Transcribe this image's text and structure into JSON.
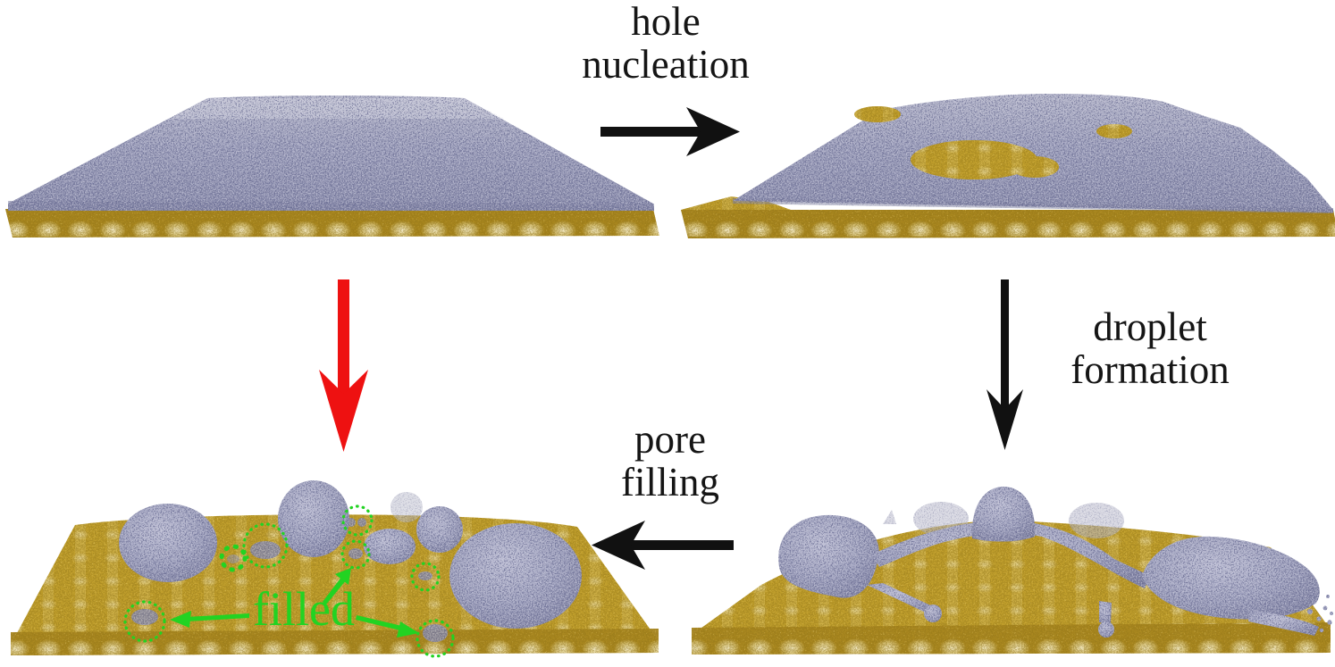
{
  "figure_labels": {
    "step1": {
      "line1": "hole",
      "line2": "nucleation"
    },
    "step2": {
      "line1": "droplet",
      "line2": "formation"
    },
    "step3": {
      "line1": "pore",
      "line2": "filling"
    },
    "filled": "filled"
  },
  "colors": {
    "film_blue": "#9799b8",
    "film_blue_dark_speck": "#62648c",
    "film_blue_light_speck": "#d2d3e2",
    "substrate_gold": "#c09e2c",
    "substrate_gold_dark": "#a8861e",
    "substrate_pale_dome": "#f2ead0",
    "annotation_green": "#22d322",
    "red_arrow": "#ee1111",
    "black_arrow": "#151515",
    "background": "#ffffff"
  },
  "icons": {
    "arrow_right_black": "right-arrow",
    "arrow_down_black": "down-arrow",
    "arrow_left_black": "left-arrow",
    "arrow_down_red": "red-down-arrow",
    "green_dotted_circle": "dotted-circle",
    "green_pointer": "pointer-arrow"
  }
}
